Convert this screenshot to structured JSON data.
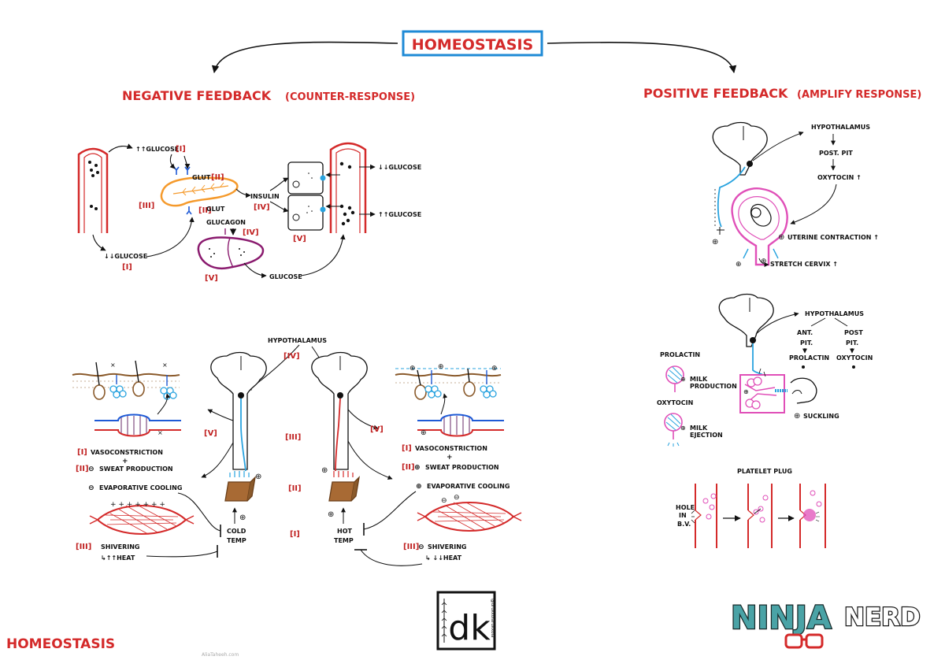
{
  "title": "HOMEOSTASIS",
  "negative_feedback": {
    "heading": "NEGATIVE FEEDBACK",
    "subheading": "(COUNTER-RESPONSE)",
    "glucose": {
      "high_glucose_label": "↑↑GLUCOSE",
      "high_glucose_step": "[I]",
      "glut_upper_label": "GLUT",
      "glut_upper_step": "[II]",
      "glut_lower_label": "GLUT",
      "glut_lower_step": "[II]",
      "pancreas_step": "[III]",
      "insulin_label": "INSULIN",
      "insulin_step": "[IV]",
      "glucagon_label": "GLUCAGON",
      "glucagon_step": "[IV]",
      "liver_step": "[V]",
      "cells_step": "[V]",
      "glucose_label": "GLUCOSE",
      "cell_low_glucose": "↓↓GLUCOSE",
      "cell_high_glucose": "↑↑GLUCOSE",
      "low_glucose_label": "↓↓GLUCOSE",
      "low_glucose_step": "[I]"
    },
    "thermo": {
      "hypothalamus_label": "HYPOTHALAMUS",
      "cold": {
        "vessel_step": "[V]",
        "vasoconstriction_step": "[I]",
        "vasoconstriction": "VASOCONSTRICTION",
        "plus": "+",
        "sweat_step": "[II]",
        "sweat_sign": "⊖",
        "sweat": "SWEAT PRODUCTION",
        "evap_sign": "⊖",
        "evap": "EVAPORATIVE COOLING",
        "shiver_step": "[III]",
        "shiver": "SHIVERING",
        "heat": "↳↑↑HEAT",
        "stimulus_line1": "COLD",
        "stimulus_line2": "TEMP"
      },
      "center_steps": [
        "[IV]",
        "[III]",
        "[II]",
        "[I]"
      ],
      "hot": {
        "vessel_step": "[V]",
        "vasoconstriction_step": "[I]",
        "vasoconstriction": "VASOCONSTRICTION",
        "plus": "+",
        "sweat_step": "[II]",
        "sweat_sign": "⊕",
        "sweat": "SWEAT PRODUCTION",
        "evap_sign": "⊕",
        "evap": "EVAPORATIVE COOLING",
        "shiver_step": "[III]",
        "shiver_sign": "⊖",
        "shiver": "SHIVERING",
        "heat": "↳ ↓↓HEAT",
        "stimulus_line1": "HOT",
        "stimulus_line2": "TEMP"
      }
    }
  },
  "positive_feedback": {
    "heading": "POSITIVE FEEDBACK",
    "subheading": "(AMPLIFY RESPONSE)",
    "labor": {
      "hypothalamus": "HYPOTHALAMUS",
      "post_pit": "POST. PIT",
      "oxytocin": "OXYTOCIN ↑",
      "uterine": "UTERINE CONTRACTION ↑",
      "stretch": "STRETCH CERVIX ↑"
    },
    "lactation": {
      "hypothalamus": "HYPOTHALAMUS",
      "ant_pit_line1": "ANT.",
      "ant_pit_line2": "PIT.",
      "prolactin_arrow": "PROLACTIN",
      "post_pit_line1": "POST",
      "post_pit_line2": "PIT.",
      "oxytocin_arrow": "OXYTOCIN",
      "prolactin_title": "PROLACTIN",
      "milk_production_line1": "MILK",
      "milk_production_line2": "PRODUCTION",
      "oxytocin_title": "OXYTOCIN",
      "milk_ejection_line1": "MILK",
      "milk_ejection_line2": "EJECTION",
      "suckling": "SUCKLING"
    },
    "platelet": {
      "title": "PLATELET PLUG",
      "hole_line1": "HOLE",
      "hole_line2": "IN",
      "hole_line3": "B.V."
    }
  },
  "footer": {
    "title": "HOMEOSTASIS",
    "credit": "AliaTaheeh.com",
    "logo_text": "dk",
    "logo_vertical": "@drukkolarukkola",
    "brand_ninja": "NINJA",
    "brand_nerd": "NERD"
  },
  "colors": {
    "red": "#d42a2a",
    "blue": "#1f5ad6",
    "cyan": "#29a3df",
    "orange": "#f59a2c",
    "purple": "#8a1a6e",
    "pink": "#e04fb8",
    "brown": "#8a5a2b",
    "ninja_teal": "#4aa3a6"
  }
}
